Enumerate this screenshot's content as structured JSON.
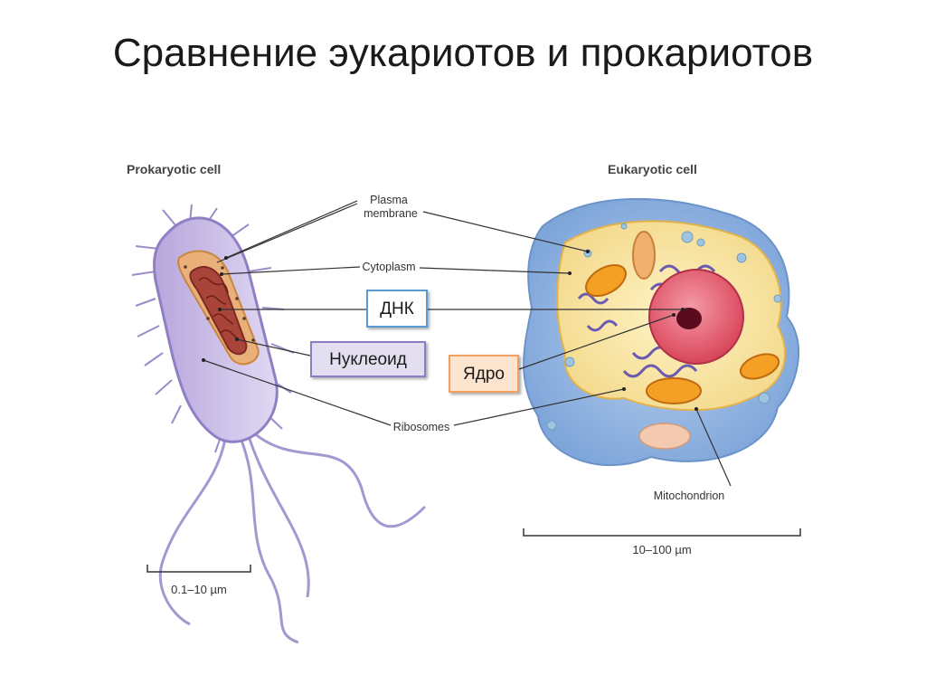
{
  "slide": {
    "title": "Сравнение эукариотов и прокариотов"
  },
  "diagram": {
    "prokaryote_header": "Prokaryotic cell",
    "eukaryote_header": "Eukaryotic cell",
    "labels": {
      "plasma_membrane_line1": "Plasma",
      "plasma_membrane_line2": "membrane",
      "cytoplasm": "Cytoplasm",
      "ribosomes": "Ribosomes",
      "mitochondrion": "Mitochondrion"
    },
    "scales": {
      "prokaryote": "0.1–10 µm",
      "eukaryote": "10–100 µm"
    },
    "boxes": {
      "dna": "ДНК",
      "nucleoid": "Нуклеоид",
      "nucleus": "Ядро"
    }
  },
  "colors": {
    "dna_box_border": "#5b9bd5",
    "nucleoid_box_fill": "#e4dff0",
    "nucleoid_box_border": "#8e7cc3",
    "nucleus_box_fill": "#fde4cf",
    "nucleus_box_border": "#f0a060"
  }
}
